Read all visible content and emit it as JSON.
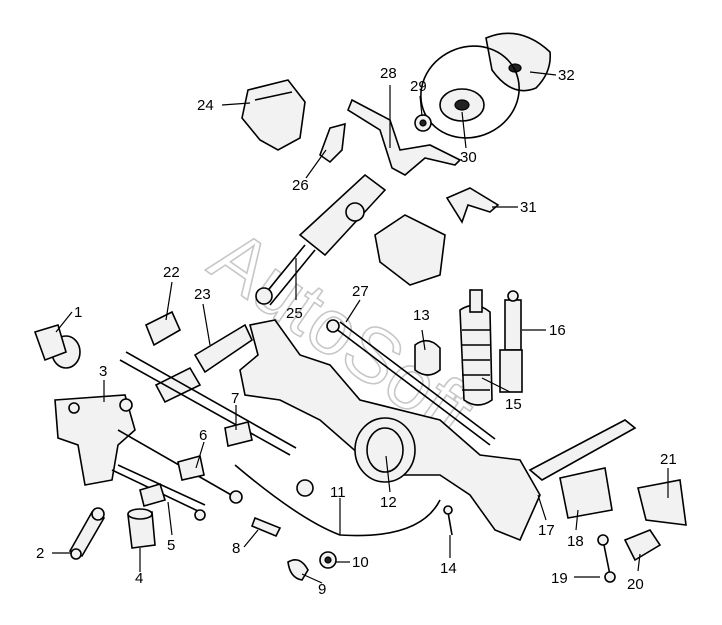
{
  "watermark": "AutoSoft",
  "callouts": [
    "1",
    "2",
    "3",
    "4",
    "5",
    "6",
    "7",
    "8",
    "9",
    "10",
    "11",
    "12",
    "13",
    "14",
    "15",
    "16",
    "17",
    "18",
    "19",
    "20",
    "21",
    "22",
    "23",
    "24",
    "25",
    "26",
    "27",
    "28",
    "29",
    "30",
    "31",
    "32"
  ]
}
